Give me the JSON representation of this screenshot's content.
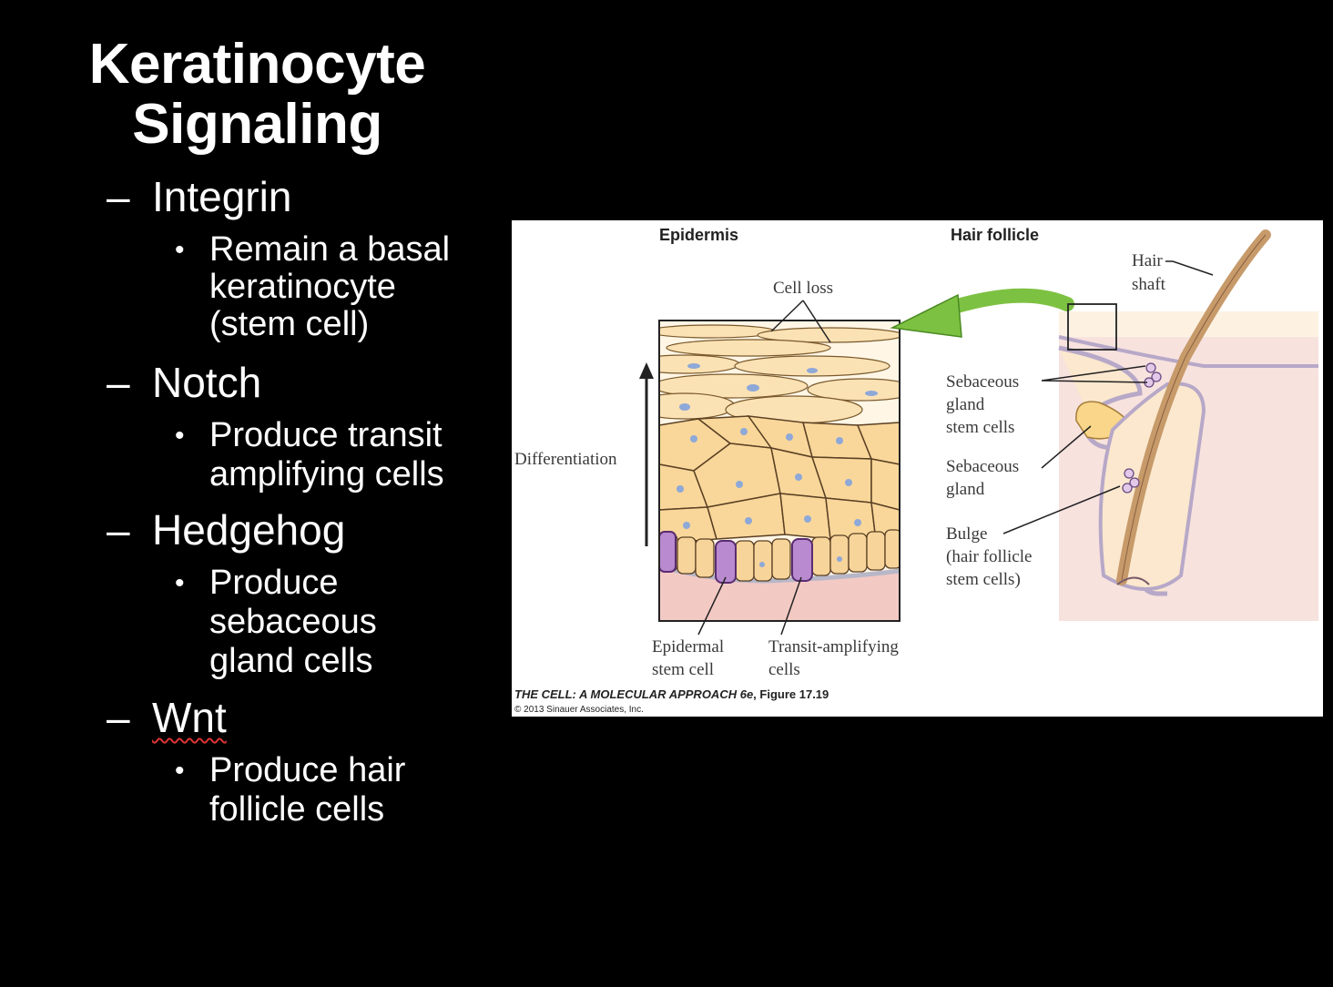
{
  "slide": {
    "title_line1": "Keratinocyte",
    "title_line2": "Signaling"
  },
  "bullets": [
    {
      "label": "Integrin",
      "sub": [
        "Remain a basal",
        "keratinocyte",
        "(stem cell)"
      ]
    },
    {
      "label": "Notch",
      "sub": [
        "Produce transit",
        "amplifying cells"
      ]
    },
    {
      "label": "Hedgehog",
      "sub": [
        "Produce",
        "sebaceous",
        "gland cells"
      ]
    },
    {
      "label": "Wnt",
      "sub": [
        "Produce hair",
        "follicle cells"
      ]
    }
  ],
  "bullet_symbols": {
    "dash": "–",
    "dot": "•"
  },
  "figure": {
    "head_epidermis": "Epidermis",
    "head_follicle": "Hair follicle",
    "cell_loss": "Cell loss",
    "differentiation": "Differentiation",
    "epidermal_stem_1": "Epidermal",
    "epidermal_stem_2": "stem cell",
    "transit_1": "Transit-amplifying",
    "transit_2": "cells",
    "hair_1": "Hair",
    "hair_2": "shaft",
    "seb_stem_1": "Sebaceous",
    "seb_stem_2": "gland",
    "seb_stem_3": "stem cells",
    "seb_gland_1": "Sebaceous",
    "seb_gland_2": "gland",
    "bulge_1": "Bulge",
    "bulge_2": "(hair follicle",
    "bulge_3": "stem cells)",
    "caption_title": "THE CELL: A MOLECULAR APPROACH 6e",
    "caption_fig": ", Figure 17.19",
    "copyright": "© 2013 Sinauer Associates, Inc."
  },
  "colors": {
    "background": "#000000",
    "text": "#ffffff",
    "arrow_green": "#7dc142",
    "stem_cell_purple": "#9b5fb0",
    "cell_fill": "#f8dca0",
    "dermis_pink": "#f3c9c4",
    "hair_shaft": "#c79a6a"
  }
}
